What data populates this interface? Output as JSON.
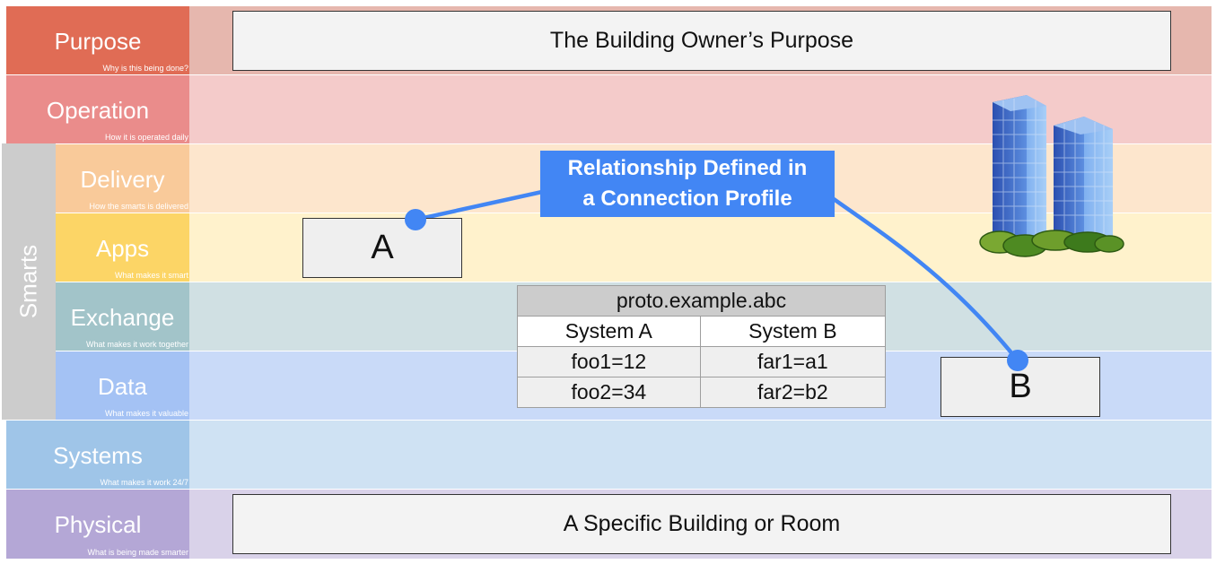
{
  "layers": [
    {
      "name": "Purpose",
      "desc": "Why is this being done?",
      "label_color": "#e06c55",
      "band_color": "#e6b7ae"
    },
    {
      "name": "Operation",
      "desc": "How it is operated daily",
      "label_color": "#ea8c8b",
      "band_color": "#f4cbca"
    },
    {
      "name": "Delivery",
      "desc": "How the smarts is delivered",
      "label_color": "#f9ca9a",
      "band_color": "#fde6cd"
    },
    {
      "name": "Apps",
      "desc": "What makes it smart",
      "label_color": "#fcd566",
      "band_color": "#fff2cc"
    },
    {
      "name": "Exchange",
      "desc": "What makes it work together",
      "label_color": "#a2c4c9",
      "band_color": "#d0e0e3"
    },
    {
      "name": "Data",
      "desc": "What makes it valuable",
      "label_color": "#a4c2f4",
      "band_color": "#c9daf8"
    },
    {
      "name": "Systems",
      "desc": "What makes it work 24/7",
      "label_color": "#9fc5e8",
      "band_color": "#cfe2f3"
    },
    {
      "name": "Physical",
      "desc": "What is being made smarter",
      "label_color": "#b4a7d6",
      "band_color": "#d9d2e9"
    }
  ],
  "smarts_group": {
    "label": "Smarts",
    "color": "#cccccc"
  },
  "purpose_box": "The Building Owner’s Purpose",
  "physical_box": "A Specific Building or Room",
  "node_a": "A",
  "node_b": "B",
  "callout": {
    "line1": "Relationship Defined in",
    "line2": "a Connection Profile",
    "color": "#4286f4"
  },
  "mapping_table": {
    "title": "proto.example.abc",
    "headers": [
      "System A",
      "System B"
    ],
    "rows": [
      [
        "foo1=12",
        "far1=a1"
      ],
      [
        "foo2=34",
        "far2=b2"
      ]
    ]
  },
  "building_icon": "office-buildings-icon"
}
